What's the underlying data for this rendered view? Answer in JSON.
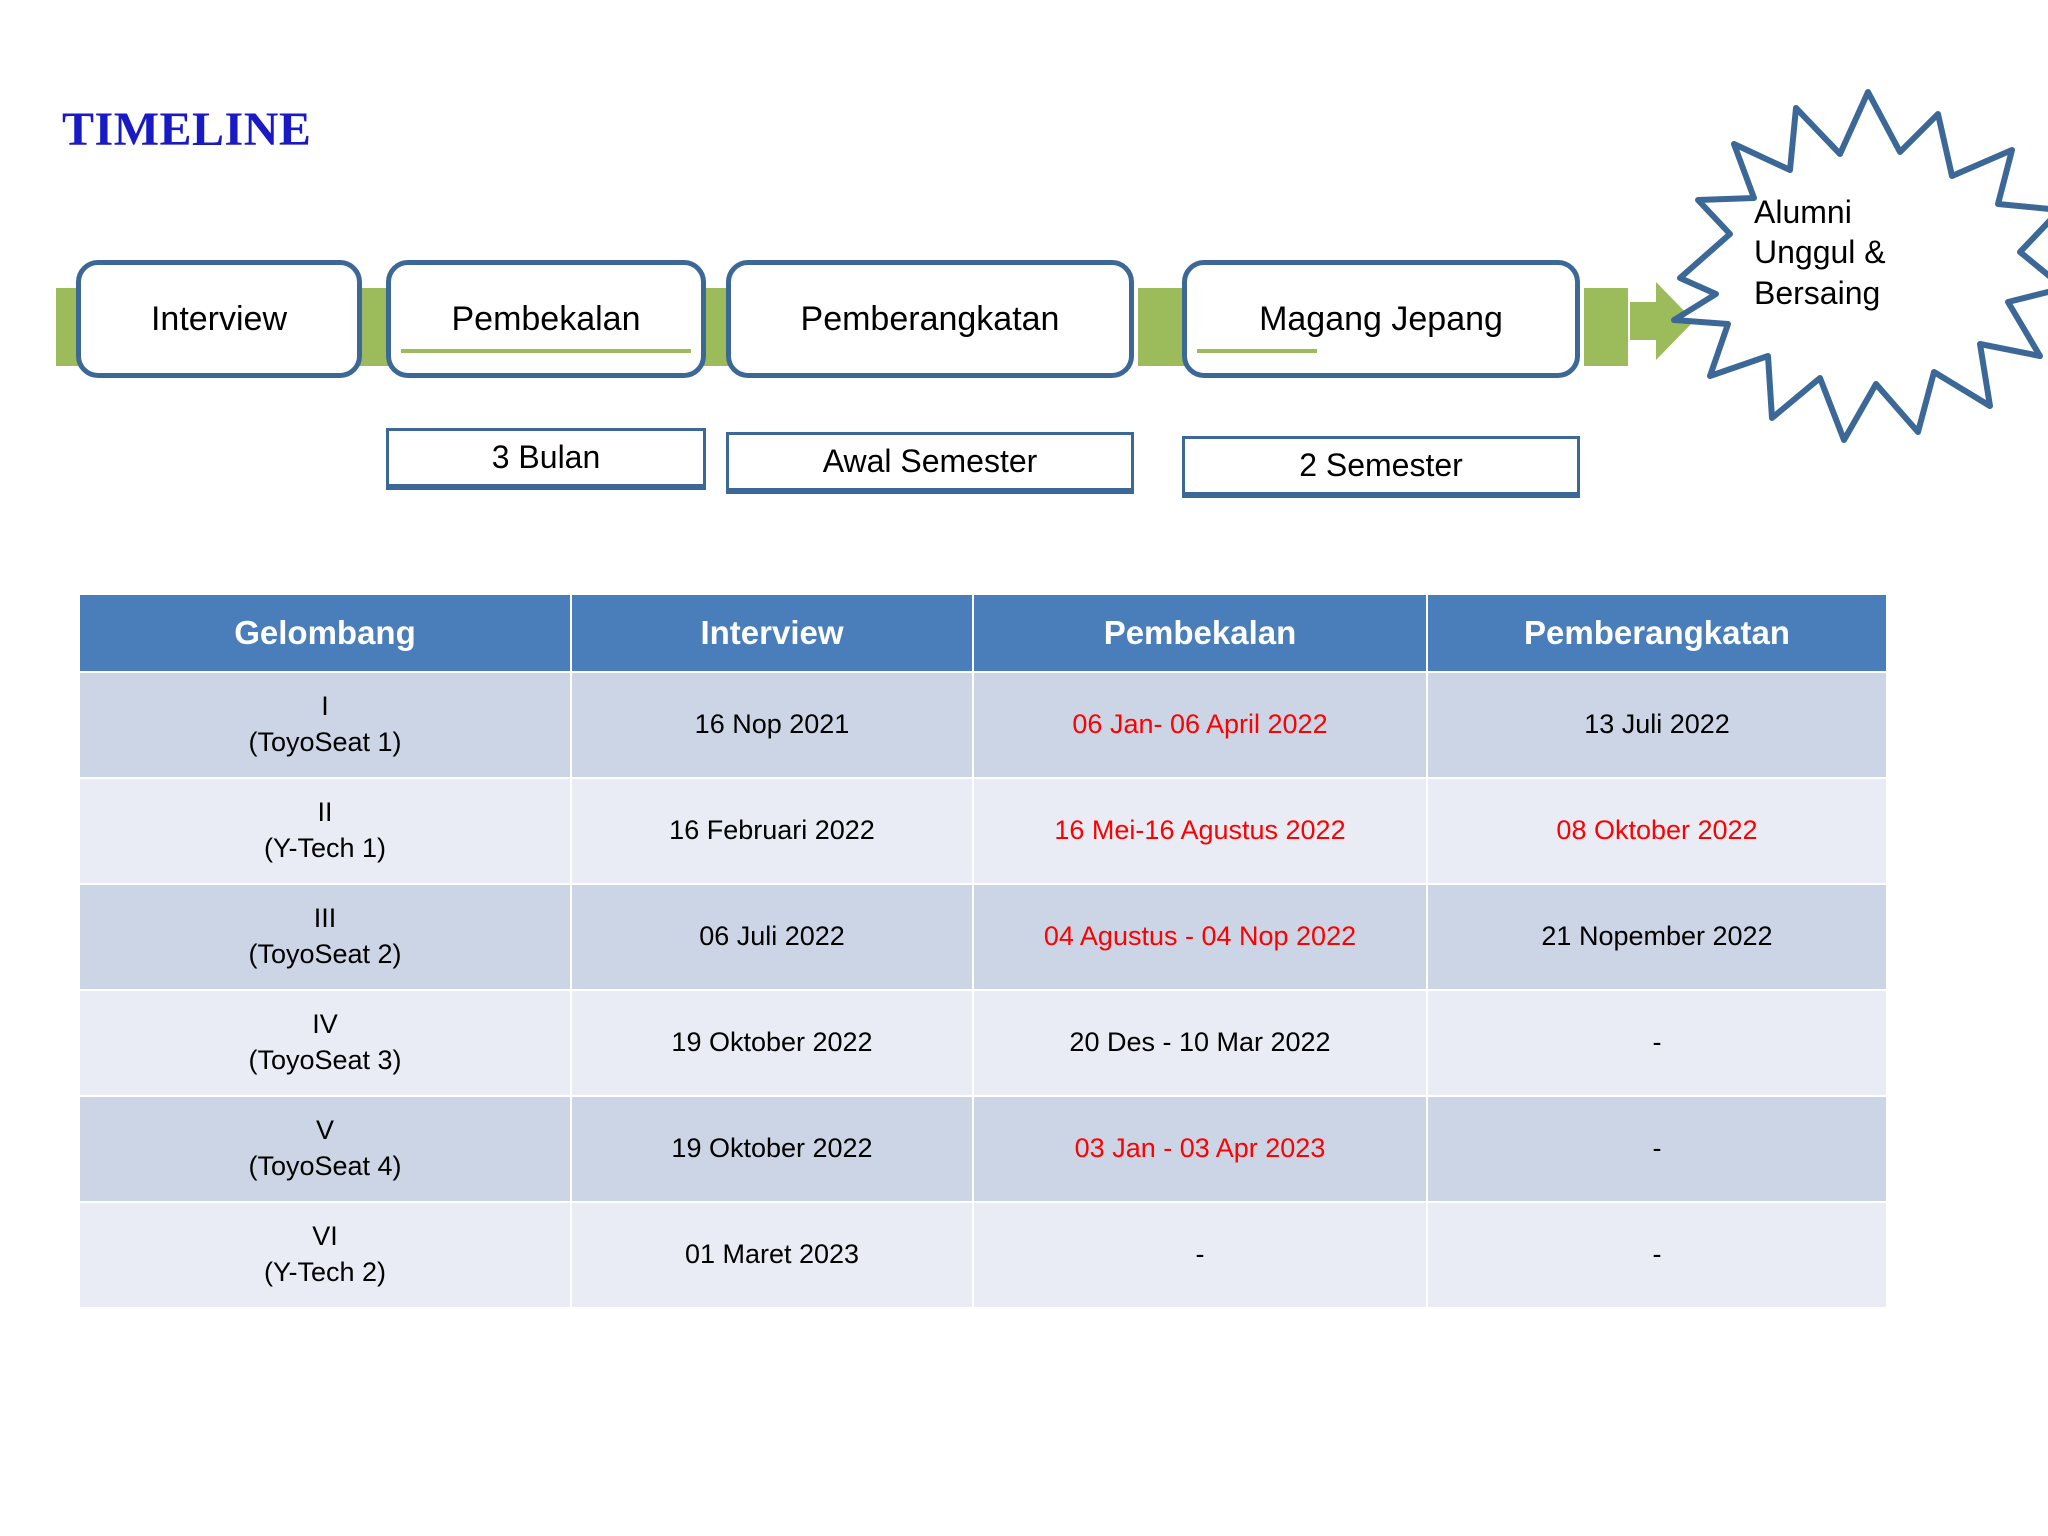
{
  "title": "TIMELINE",
  "flow": {
    "steps": [
      {
        "label": "Interview"
      },
      {
        "label": "Pembekalan"
      },
      {
        "label": "Pemberangkatan"
      },
      {
        "label": "Magang Jepang"
      }
    ],
    "arrow_icon": "right-arrow-icon",
    "outcome": {
      "line1": "Alumni",
      "line2": "Unggul &",
      "line3": "Bersaing"
    },
    "durations": [
      {
        "label": "3 Bulan"
      },
      {
        "label": "Awal Semester"
      },
      {
        "label": "2 Semester"
      }
    ]
  },
  "colors": {
    "title_blue": "#1a1ac4",
    "flow_border_blue": "#3c6898",
    "accent_green": "#9cbb5b",
    "table_header_blue": "#4a7ebb",
    "row_odd": "#ccd5e5",
    "row_even": "#e9ecf4",
    "highlight_red": "#ff0000"
  },
  "table": {
    "headers": [
      "Gelombang",
      "Interview",
      "Pembekalan",
      "Pemberangkatan"
    ],
    "rows": [
      {
        "gelombang_main": "I",
        "gelombang_sub": "(ToyoSeat 1)",
        "interview": "16 Nop 2021",
        "pembekalan": "06 Jan- 06 April 2022",
        "pembekalan_red": true,
        "pemberangkatan": "13 Juli 2022",
        "pemberangkatan_red": false
      },
      {
        "gelombang_main": "II",
        "gelombang_sub": "(Y-Tech 1)",
        "interview": "16 Februari 2022",
        "pembekalan": "16 Mei-16 Agustus 2022",
        "pembekalan_red": true,
        "pemberangkatan": "08 Oktober 2022",
        "pemberangkatan_red": true
      },
      {
        "gelombang_main": "III",
        "gelombang_sub": "(ToyoSeat 2)",
        "interview": "06 Juli 2022",
        "pembekalan": "04 Agustus - 04 Nop 2022",
        "pembekalan_red": true,
        "pemberangkatan": "21 Nopember 2022",
        "pemberangkatan_red": false
      },
      {
        "gelombang_main": "IV",
        "gelombang_sub": "(ToyoSeat 3)",
        "interview": "19 Oktober 2022",
        "pembekalan": "20 Des - 10 Mar 2022",
        "pembekalan_red": false,
        "pemberangkatan": "-",
        "pemberangkatan_red": false
      },
      {
        "gelombang_main": "V",
        "gelombang_sub": "(ToyoSeat 4)",
        "interview": "19 Oktober 2022",
        "pembekalan": "03 Jan - 03 Apr 2023",
        "pembekalan_red": true,
        "pemberangkatan": "-",
        "pemberangkatan_red": false
      },
      {
        "gelombang_main": "VI",
        "gelombang_sub": "(Y-Tech 2)",
        "interview": "01 Maret 2023",
        "pembekalan": "-",
        "pembekalan_red": false,
        "pemberangkatan": "-",
        "pemberangkatan_red": false
      }
    ]
  }
}
